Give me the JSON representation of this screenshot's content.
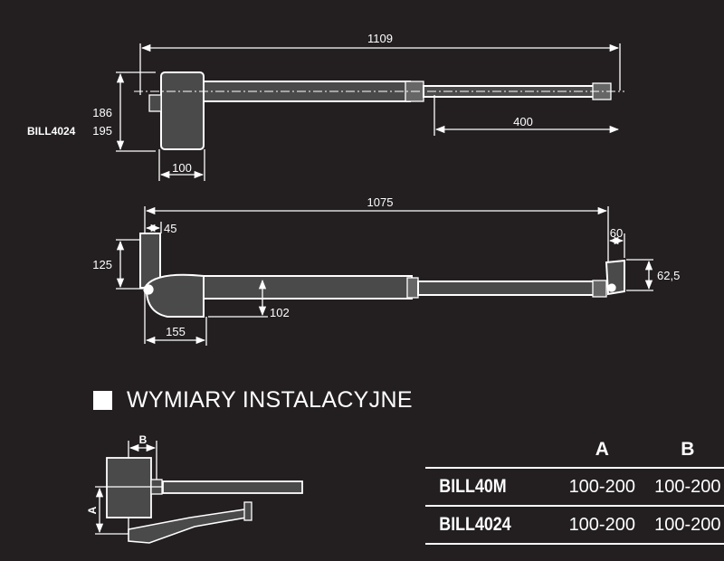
{
  "top_view": {
    "total_length": "1109",
    "stroke": "400",
    "height_standard": "186",
    "model_label": "BILL4024",
    "height_bill4024": "195",
    "width": "100"
  },
  "side_view": {
    "length": "1075",
    "bracket_offset": "45",
    "bracket_height": "125",
    "rear_distance": "155",
    "axis_height": "102",
    "front_bracket_width": "60",
    "front_bracket_height": "62,5"
  },
  "section": {
    "title": "WYMIARY INSTALACYJNE"
  },
  "install_diagram": {
    "label_a": "A",
    "label_b": "B"
  },
  "table": {
    "headers": [
      "",
      "A",
      "B"
    ],
    "rows": [
      {
        "model": "BILL40M",
        "a": "100-200",
        "b": "100-200"
      },
      {
        "model": "BILL4024",
        "a": "100-200",
        "b": "100-200"
      }
    ]
  },
  "colors": {
    "background": "#231f20",
    "body": "#4a4a4a",
    "line": "#ffffff"
  }
}
